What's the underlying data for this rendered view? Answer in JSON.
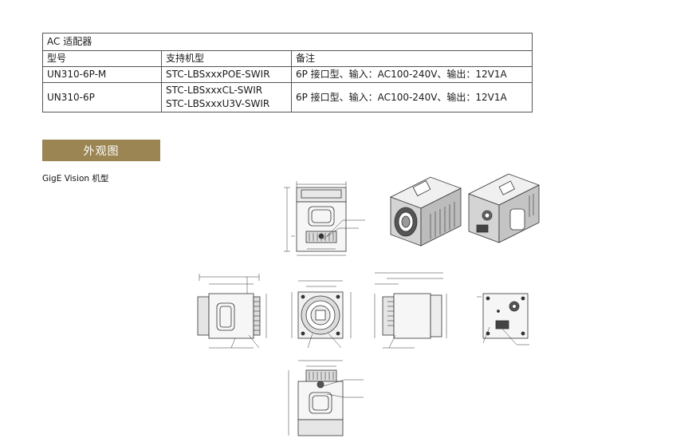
{
  "adapter_table": {
    "caption": "AC 适配器",
    "headers": [
      "型号",
      "支持机型",
      "备注"
    ],
    "rows": [
      {
        "model": "UN310-6P-M",
        "cameras": [
          "STC-LBSxxxPOE-SWIR"
        ],
        "note": "6P 接口型、输入：AC100-240V、输出：12V1A"
      },
      {
        "model": "UN310-6P",
        "cameras": [
          "STC-LBSxxxCL-SWIR",
          "STC-LBSxxxU3V-SWIR"
        ],
        "note": "6P 接口型、输入：AC100-240V、输出：12V1A"
      }
    ]
  },
  "section": {
    "title": "外观图",
    "subtitle": "GigE Vision 机型"
  },
  "colors": {
    "section_bg": "#9b8552",
    "table_border": "#555555",
    "drawing_line": "#333333"
  }
}
